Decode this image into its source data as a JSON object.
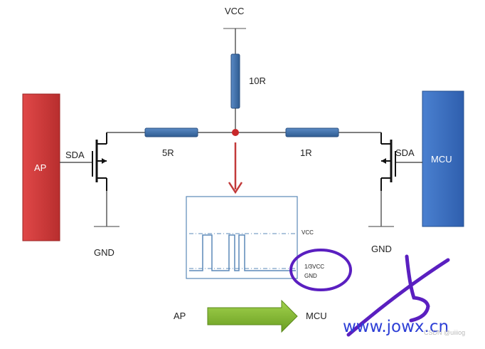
{
  "labels": {
    "vcc_top": "VCC",
    "r_top": "10R",
    "r_left": "5R",
    "r_right": "1R",
    "sda_left": "SDA",
    "sda_right": "SDA",
    "ap_block": "AP",
    "mcu_block": "MCU",
    "gnd_left": "GND",
    "gnd_right": "GND",
    "scope_vcc": "VCC",
    "scope_third": "1/3VCC",
    "scope_gnd": "GND",
    "arrow_from": "AP",
    "arrow_to": "MCU"
  },
  "watermark": {
    "text": "www.jowx.cn",
    "credit": "CSDN @uiiiog"
  },
  "colors": {
    "ap_block": "#d13a3a",
    "mcu_block": "#3d72c4",
    "resistor": "#3f6ea3",
    "junction": "#c8282a",
    "down_arrow": "#c23a3a",
    "flow_arrow": "#7fb52e",
    "annotation": "#5a1fc0",
    "watermark": "#2d3fd6"
  }
}
